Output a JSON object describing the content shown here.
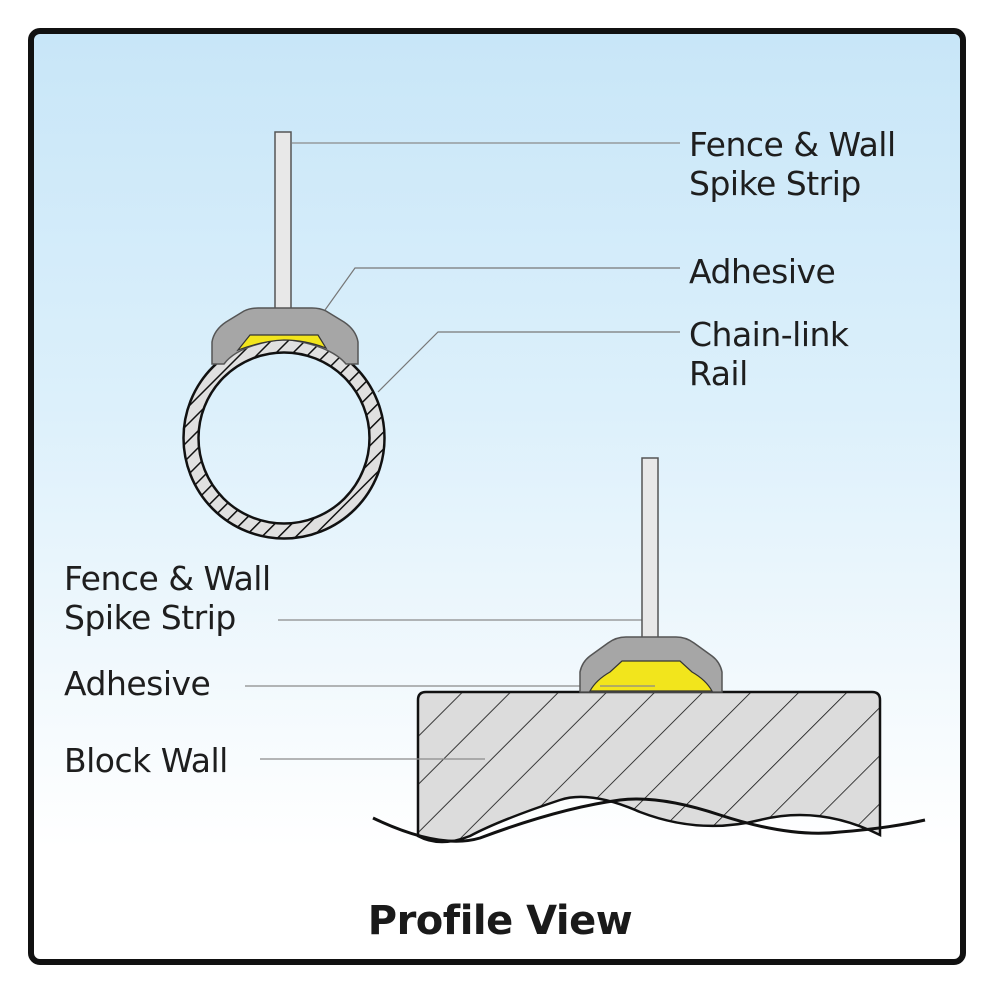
{
  "diagram": {
    "title": "Profile View",
    "colors": {
      "frame": "#111111",
      "background_top": "#c8e6f8",
      "background_bottom": "#ffffff",
      "spike_cap": "#a6a6a6",
      "adhesive": "#f2e51c",
      "material_fill": "#dcdcdc",
      "leader_line": "#8a8a8a"
    },
    "rail_assembly": {
      "labels": {
        "spike_strip_line1": "Fence & Wall",
        "spike_strip_line2": "Spike Strip",
        "adhesive": "Adhesive",
        "rail_line1": "Chain-link",
        "rail_line2": "Rail"
      }
    },
    "wall_assembly": {
      "labels": {
        "spike_strip_line1": "Fence & Wall",
        "spike_strip_line2": "Spike Strip",
        "adhesive": "Adhesive",
        "block_wall": "Block Wall"
      }
    }
  }
}
